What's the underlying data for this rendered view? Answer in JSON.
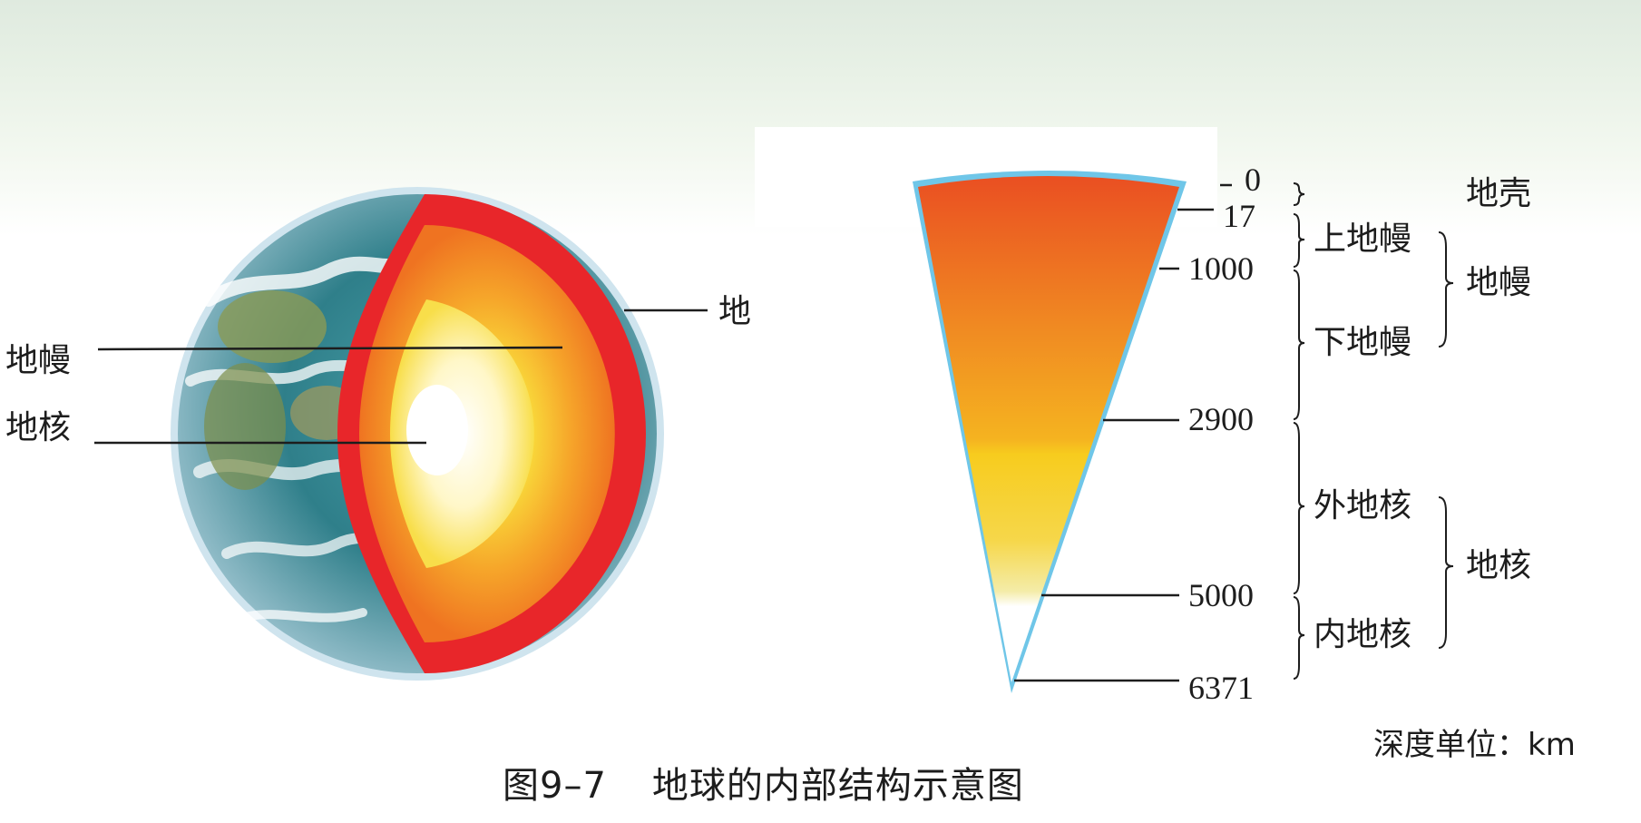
{
  "globe": {
    "labels": {
      "crust": "地",
      "mantle": "地幔",
      "core": "地核"
    }
  },
  "section": {
    "depths": [
      "0",
      "17",
      "1000",
      "2900",
      "5000",
      "6371"
    ],
    "sub_layers": {
      "upper_mantle": "上地幔",
      "lower_mantle": "下地幔",
      "outer_core": "外地核",
      "inner_core": "内地核"
    },
    "layers": {
      "crust": "地壳",
      "mantle": "地幔",
      "core": "地核"
    },
    "unit_note": "深度单位：km"
  },
  "caption": {
    "figure_number": "图9–7",
    "title": "地球的内部结构示意图"
  },
  "colors": {
    "crust_red": "#e8262a",
    "mantle_orange": "#f07a22",
    "core_yellow": "#f6d22a",
    "inner_white": "#ffffff",
    "edge_blue": "#6fc6e8"
  }
}
